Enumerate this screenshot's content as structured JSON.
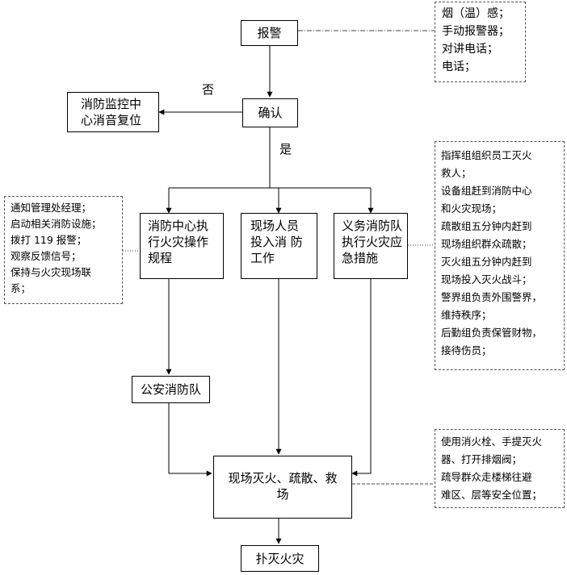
{
  "nodes": {
    "alarm": "报警",
    "confirm": "确认",
    "reset": [
      "消防监控中",
      "心消音复位"
    ],
    "center": [
      "消防中心执",
      "行火灾操作",
      "规程"
    ],
    "staff": [
      "现场人员",
      "投入消 防",
      "工作"
    ],
    "volunteer": [
      "义务消防队",
      "执行火灾应",
      "急措施"
    ],
    "police": "公安消防队",
    "onsite": [
      "现场灭火、疏散、救",
      "场"
    ],
    "extinguish": "扑灭火灾"
  },
  "edge_labels": {
    "no": "否",
    "yes": "是"
  },
  "notes": {
    "alarm_sources": [
      "烟（温）感；",
      "手动报警器；",
      "对讲电话；",
      "电话；"
    ],
    "center_tasks": [
      "通知管理处经理；",
      "启动相关消防设施；",
      "拨打 119 报警；",
      "观察反馈信号；",
      "保持与火灾现场联",
      "系；"
    ],
    "team_tasks": [
      "指挥组组织员工灭火",
      "救人；",
      "设备组赶到消防中心",
      "和火灾现场；",
      "疏散组五分钟内赶到",
      "现场组织群众疏散；",
      "灭火组五分钟内赶到",
      "现场投入灭火战斗；",
      "警界组负责外围警界，",
      "维持秩序；",
      "后勤组负责保管财物，",
      "接待伤员；"
    ],
    "onsite_tasks": [
      "使用消火栓、手提灭火",
      "器、打开排烟阀；",
      "疏导群众走楼梯往避",
      "难区、层等安全位置；"
    ]
  }
}
